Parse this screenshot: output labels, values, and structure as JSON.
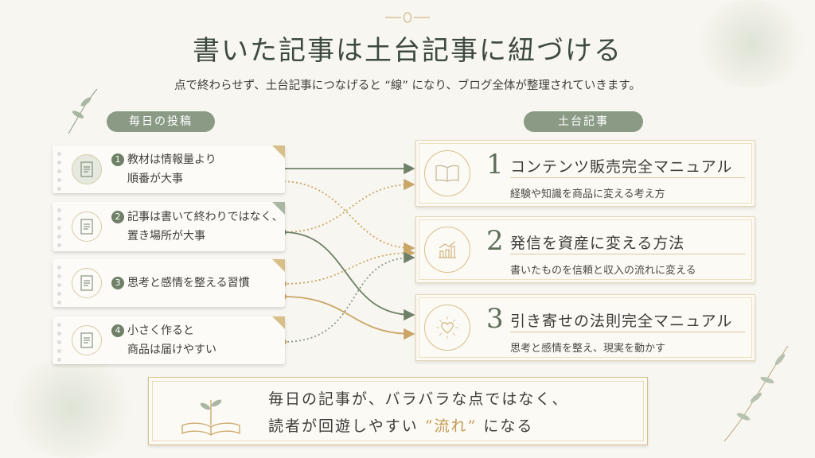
{
  "title": "書いた記事は土台記事に紐づける",
  "subtitle": "点で終わらせず、土台記事につなげると “線” になり、ブログ全体が整理されていきます。",
  "left_label": "毎日の投稿",
  "right_label": "土台記事",
  "posts": [
    {
      "num": "1",
      "line1": "教材は情報量より",
      "line2": "順番が大事"
    },
    {
      "num": "2",
      "line1": "記事は書いて終わりではなく、",
      "line2": "置き場所が大事"
    },
    {
      "num": "3",
      "line1": "思考と感情を整える習慣",
      "line2": ""
    },
    {
      "num": "4",
      "line1": "小さく作ると",
      "line2": "商品は届けやすい"
    }
  ],
  "foundations": [
    {
      "num": "1",
      "title": "コンテンツ販売完全マニュアル",
      "sub": "経験や知識を商品に変える考え方",
      "icon": "open-book-icon"
    },
    {
      "num": "2",
      "title": "発信を資産に変える方法",
      "sub": "書いたものを信頼と収入の流れに変える",
      "icon": "growth-chart-icon"
    },
    {
      "num": "3",
      "title": "引き寄せの法則完全マニュアル",
      "sub": "思考と感情を整え、現実を動かす",
      "icon": "glowing-heart-icon"
    }
  ],
  "banner": {
    "line1": "毎日の記事が、バラバラな点ではなく、",
    "line2_pre": "読者が回遊しやすい",
    "line2_hl": "“流れ”",
    "line2_post": "になる"
  },
  "colors": {
    "green": "#6e8068",
    "gold": "#c9a566",
    "bg": "#f8f6f0"
  }
}
